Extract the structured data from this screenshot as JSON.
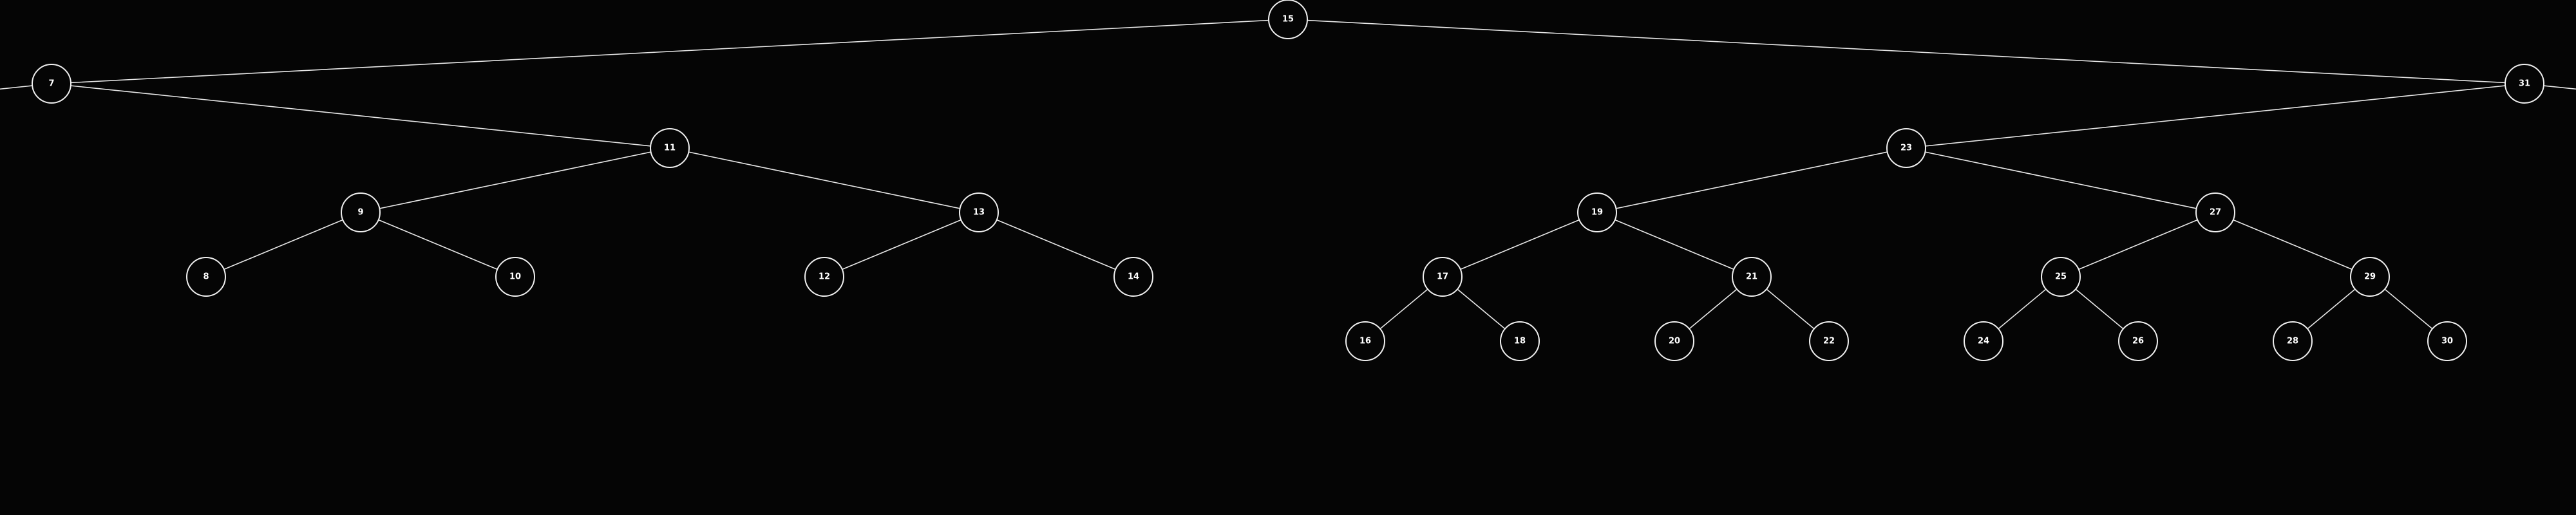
{
  "tree": {
    "background_color": "#050505",
    "line_color": "#e8e8e8",
    "root": {
      "value": "15",
      "left": {
        "value": "7",
        "left": {
          "value": "",
          "offscreen": true
        },
        "right": {
          "value": "11",
          "left": {
            "value": "9",
            "left": {
              "value": "8"
            },
            "right": {
              "value": "10"
            }
          },
          "right": {
            "value": "13",
            "left": {
              "value": "12"
            },
            "right": {
              "value": "14"
            }
          }
        }
      },
      "right": {
        "value": "31",
        "left": {
          "value": "23",
          "left": {
            "value": "19",
            "left": {
              "value": "17",
              "left": {
                "value": "16"
              },
              "right": {
                "value": "18"
              }
            },
            "right": {
              "value": "21",
              "left": {
                "value": "20"
              },
              "right": {
                "value": "22"
              }
            }
          },
          "right": {
            "value": "27",
            "left": {
              "value": "25",
              "left": {
                "value": "24"
              },
              "right": {
                "value": "26"
              }
            },
            "right": {
              "value": "29",
              "left": {
                "value": "28"
              },
              "right": {
                "value": "30"
              }
            }
          }
        },
        "right": {
          "value": "",
          "offscreen": true
        }
      }
    }
  }
}
